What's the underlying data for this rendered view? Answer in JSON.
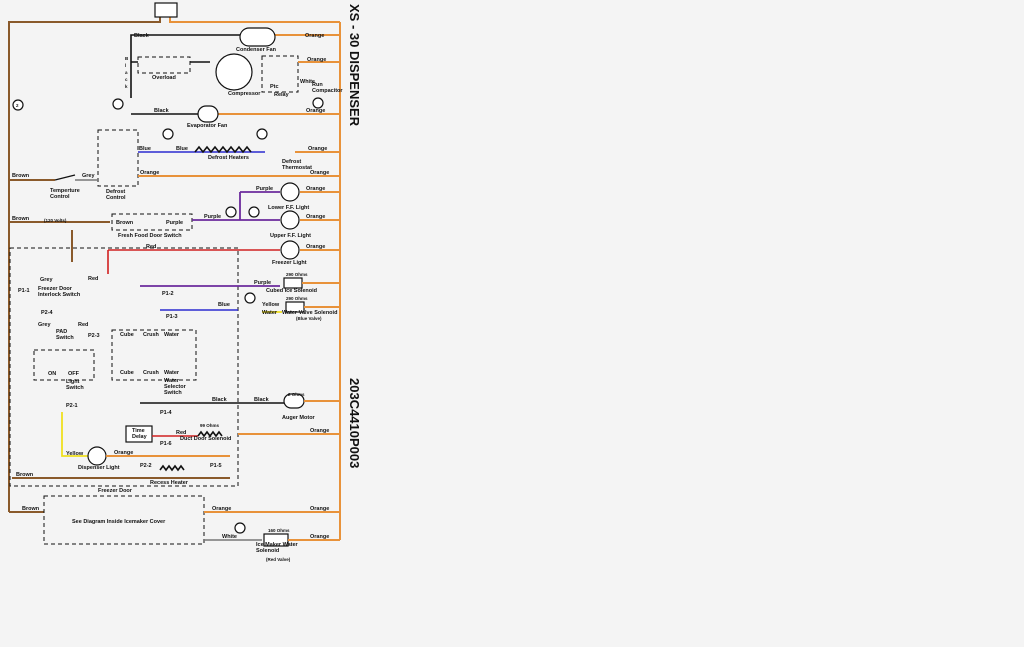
{
  "title": "XS - 30 DISPENSER",
  "part_number": "203C4410P003",
  "labels": {
    "condenser_fan": "Condenser Fan",
    "overload": "Overload",
    "compressor": "Compressor",
    "relay": "Relay",
    "ptc": "Ptc",
    "run_compacitor": "Run\nCompacitor",
    "evaporator_fan": "Evaporator Fan",
    "defrost_heaters": "Defrost Heaters",
    "defrost_thermostat": "Defrost\nThermostat",
    "defrost_control": "Defrost\nControl",
    "temperature_control": "Temperture\nControl",
    "lower_ff_light": "Lower F.F. Light",
    "upper_ff_light": "Upper F.F. Light",
    "fresh_food_door_switch": "Fresh Food Door Switch",
    "freezer_light": "Freezer Light",
    "freezer_door_interlock": "Freezer Door\nInterlock Switch",
    "pad_switch": "PAD\nSwitch",
    "light_switch": "Light\nSwitch",
    "water_selector_switch": "Water\nSelector\nSwitch",
    "cubed_ice_solenoid": "Cubed Ice Solenoid",
    "water_valve_solenoid": "Water Valve Solenoid",
    "blue_valve": "(Blue Valve)",
    "auger_motor": "Auger Motor",
    "time_delay": "Time\nDelay",
    "duct_door_solenoid": "Duct Door Solenoid",
    "dispenser_light": "Dispenser Light",
    "recess_heater": "Recess Heater",
    "freezer_door": "Freezer Door",
    "icemaker_note": "See Diagram Inside Icemaker Cover",
    "ice_maker_water_solenoid": "Ice Maker Water\nSolenoid",
    "red_valve": "(Red Valve)",
    "v120": "(120 Volts)",
    "ohms_290": "290 Ohms",
    "ohms_99": "99 Ohms",
    "ohms_2": "2 Ohms",
    "ohms_160": "160 Ohms",
    "cube": "Cube",
    "crush": "Crush",
    "water": "Water",
    "on": "ON",
    "off": "OFF"
  },
  "wire_colors": {
    "orange": "Orange",
    "brown": "Brown",
    "black": "Black",
    "blue": "Blue",
    "purple": "Purple",
    "red": "Red",
    "grey": "Grey",
    "yellow": "Yellow",
    "white": "White"
  },
  "connectors": [
    "P1-1",
    "P1-2",
    "P1-3",
    "P1-4",
    "P1-5",
    "P1-6",
    "P2-1",
    "P2-2",
    "P2-3",
    "P2-4"
  ],
  "colors": {
    "orange": "#e8923a",
    "brown": "#8a5a2b",
    "black": "#111111",
    "blue": "#2b2bd0",
    "purple": "#6b2a9c",
    "red": "#d02020",
    "yellow": "#f0e020"
  }
}
